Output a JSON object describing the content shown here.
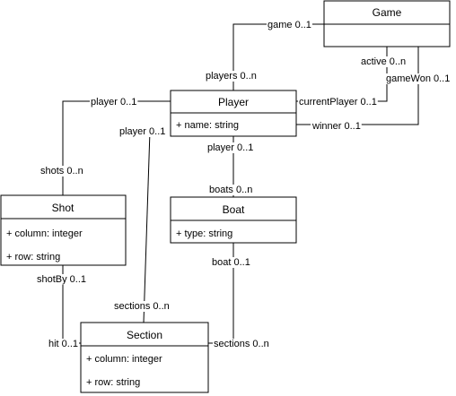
{
  "classes": {
    "game": {
      "name": "Game",
      "attributes": []
    },
    "player": {
      "name": "Player",
      "attributes": [
        "+ name: string"
      ]
    },
    "shot": {
      "name": "Shot",
      "attributes": [
        "+ column: integer",
        "+ row: string"
      ]
    },
    "boat": {
      "name": "Boat",
      "attributes": [
        "+ type: string"
      ]
    },
    "section": {
      "name": "Section",
      "attributes": [
        "+ column: integer",
        "+ row: string"
      ]
    }
  },
  "associations": {
    "game_players": {
      "end_a": "game 0..1",
      "end_b": "players 0..n"
    },
    "game_current": {
      "end_a": "active 0..n",
      "end_b": "currentPlayer 0..1"
    },
    "game_winner": {
      "end_a": "gameWon 0..1",
      "end_b": "winner 0..1"
    },
    "player_shots": {
      "end_a": "player 0..1",
      "end_b": "shots 0..n"
    },
    "player_boats": {
      "end_a": "player 0..1",
      "end_b": "boats 0..n"
    },
    "player_sections": {
      "end_a": "player 0..1",
      "end_b": "sections 0..n"
    },
    "boat_sections": {
      "end_a": "boat 0..1",
      "end_b": "sections 0..n"
    },
    "shot_section": {
      "end_a": "shotBy 0..1",
      "end_b": "hit 0..1"
    }
  }
}
